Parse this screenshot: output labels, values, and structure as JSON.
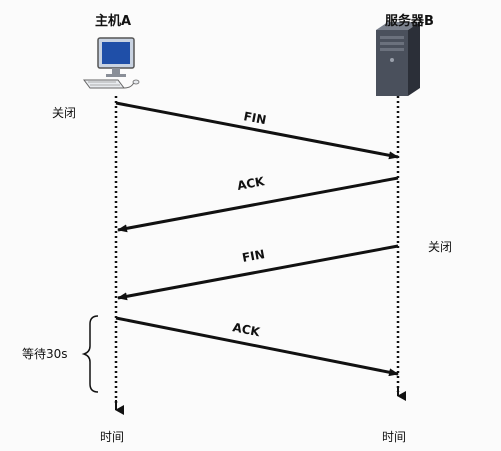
{
  "host_a": {
    "label": "主机A",
    "close_label": "关闭",
    "time_label": "时间",
    "wait_label": "等待30s"
  },
  "server_b": {
    "label": "服务器B",
    "close_label": "关闭",
    "time_label": "时间"
  },
  "messages": [
    {
      "label": "FIN",
      "direction": "A-to-B"
    },
    {
      "label": "ACK",
      "direction": "B-to-A"
    },
    {
      "label": "FIN",
      "direction": "B-to-A"
    },
    {
      "label": "ACK",
      "direction": "A-to-B"
    }
  ],
  "colors": {
    "line": "#111111",
    "computer_blue": "#1f4fa8",
    "server_dark": "#3a3f4a"
  },
  "icons": {
    "host": "desktop-computer-icon",
    "server": "server-tower-icon"
  }
}
